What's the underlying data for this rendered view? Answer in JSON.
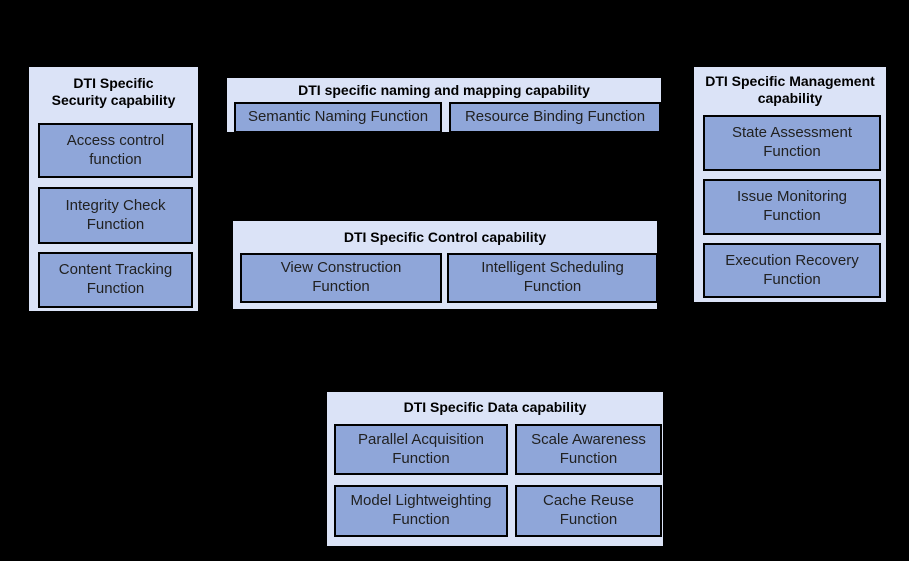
{
  "colors": {
    "canvas_background": "#000000",
    "container_fill": "#dbe3f7",
    "function_fill": "#8fa6d9",
    "border": "#000000",
    "title_text": "#000000",
    "function_text": "#212121"
  },
  "diagram": {
    "capabilities": [
      {
        "title": "DTI Specific\nSecurity capability",
        "functions": [
          {
            "label": "Access control\nfunction"
          },
          {
            "label": "Integrity Check\nFunction"
          },
          {
            "label": "Content Tracking\nFunction"
          }
        ]
      },
      {
        "title": "DTI specific naming and mapping capability",
        "functions": [
          {
            "label": "Semantic Naming Function"
          },
          {
            "label": "Resource Binding Function"
          }
        ]
      },
      {
        "title": "DTI Specific Management\ncapability",
        "functions": [
          {
            "label": "State Assessment\nFunction"
          },
          {
            "label": "Issue Monitoring\nFunction"
          },
          {
            "label": "Execution Recovery\nFunction"
          }
        ]
      },
      {
        "title": "DTI Specific Control capability",
        "functions": [
          {
            "label": "View Construction\nFunction"
          },
          {
            "label": "Intelligent Scheduling\nFunction"
          }
        ]
      },
      {
        "title": "DTI Specific Data capability",
        "functions": [
          {
            "label": "Parallel Acquisition\nFunction"
          },
          {
            "label": "Scale Awareness\nFunction"
          },
          {
            "label": "Model Lightweighting\nFunction"
          },
          {
            "label": "Cache Reuse\nFunction"
          }
        ]
      }
    ]
  }
}
